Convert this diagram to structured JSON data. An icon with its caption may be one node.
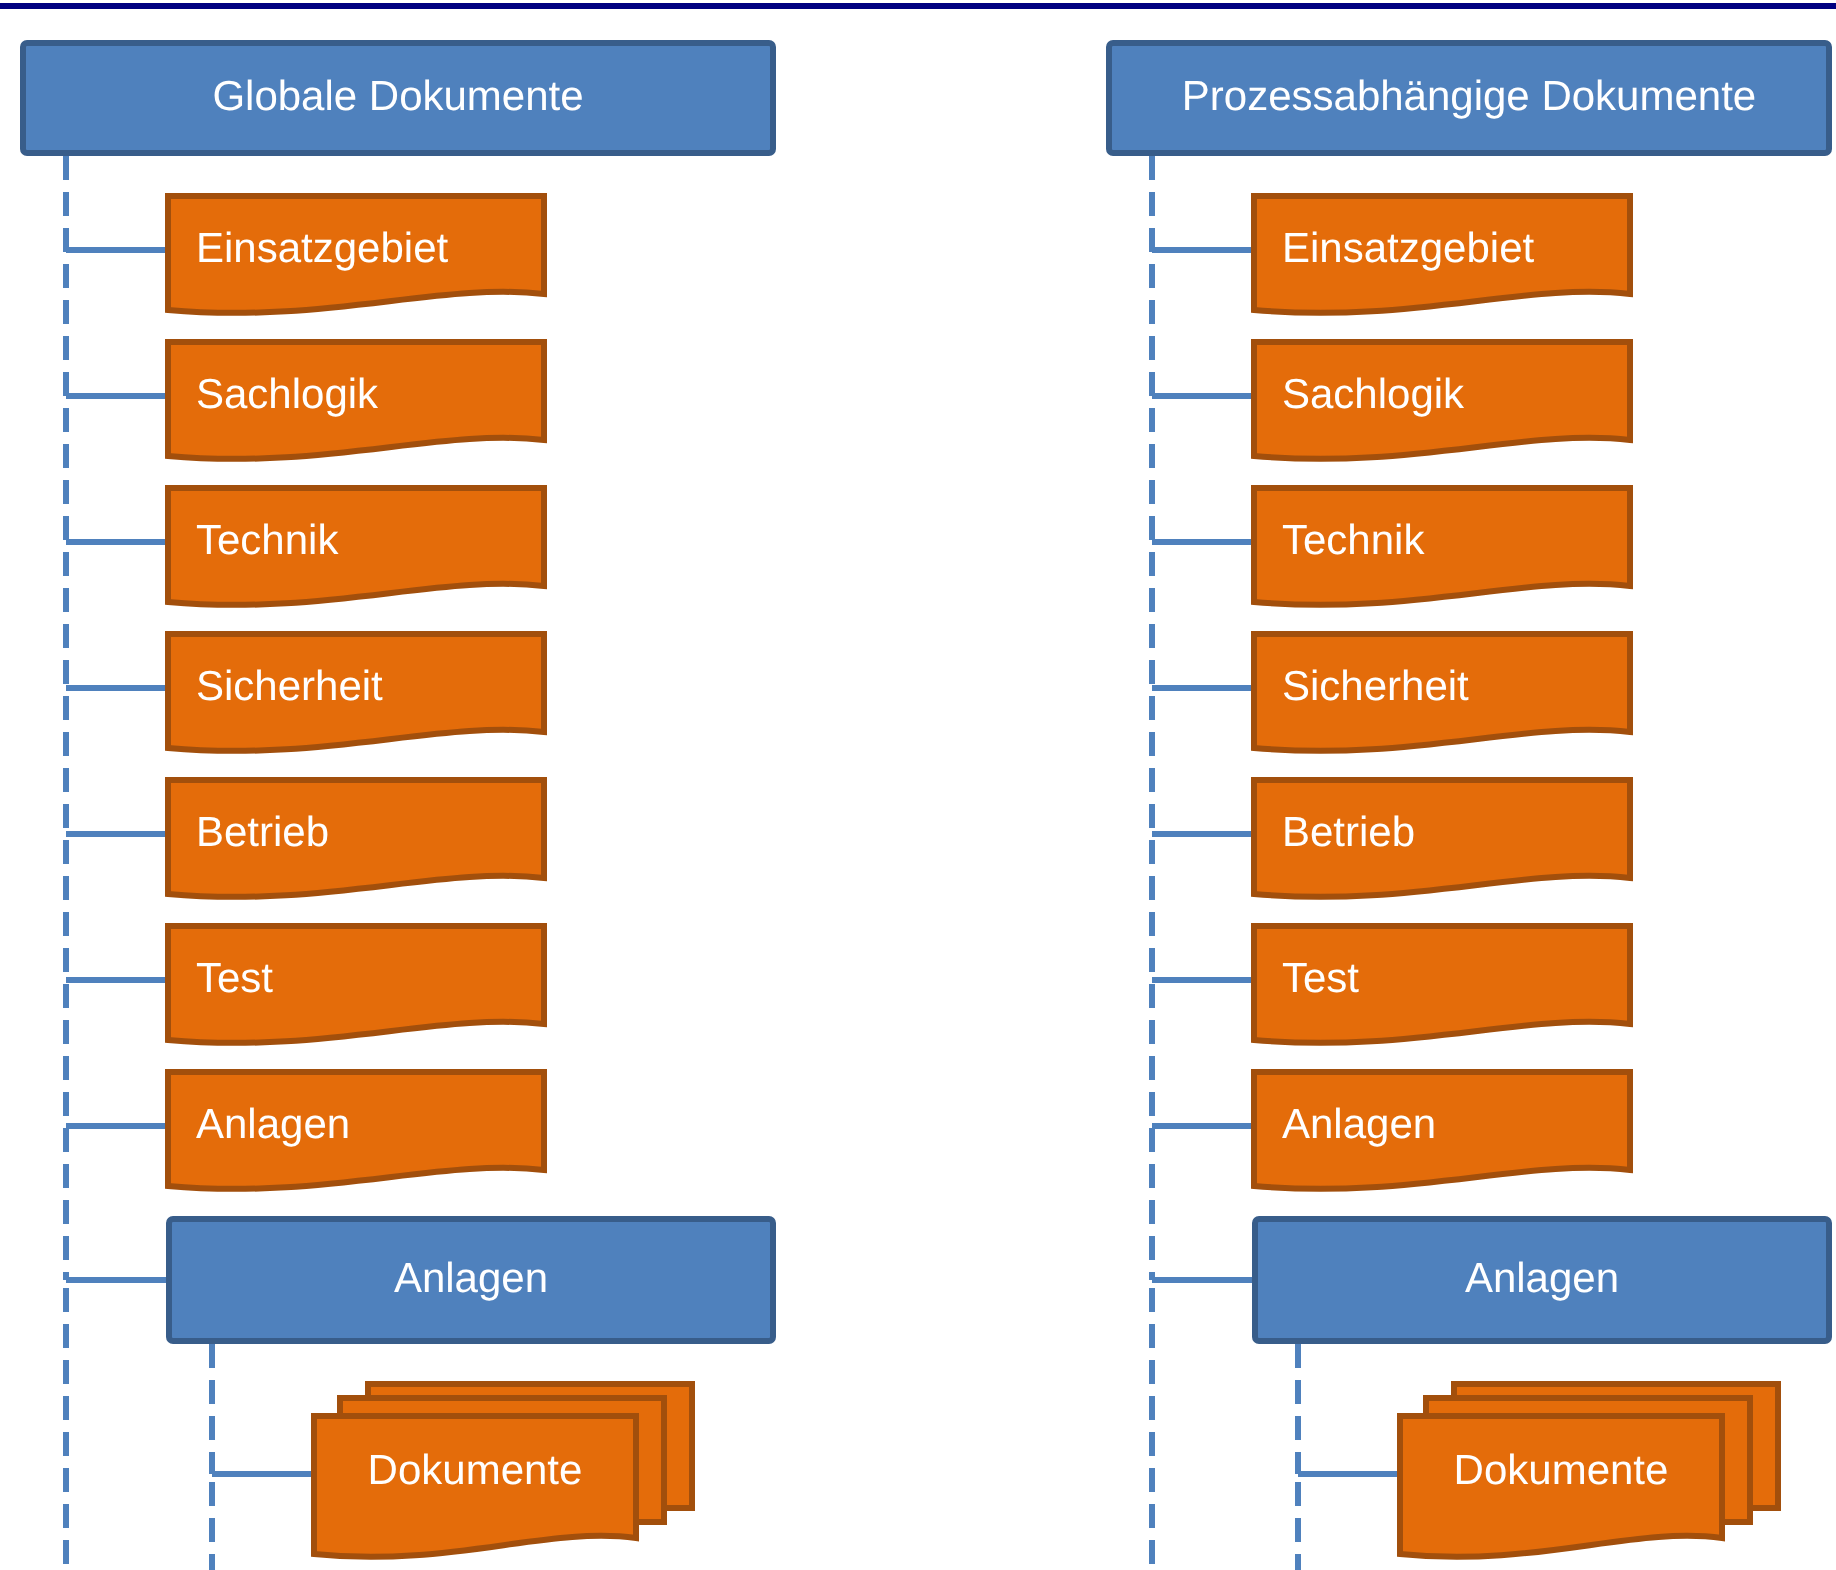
{
  "diagram": {
    "nodes": [
      {
        "text": [
          "Globale Dokumente"
        ]
      },
      {
        "text": [
          "Einsatzgebiet"
        ]
      },
      {
        "text": [
          "Sachlogik"
        ]
      },
      {
        "text": [
          "Technik"
        ]
      },
      {
        "text": [
          "Sicherheit"
        ]
      },
      {
        "text": [
          "Betrieb"
        ]
      },
      {
        "text": [
          "Test"
        ]
      },
      {
        "text": [
          "Anlagen"
        ]
      },
      {
        "text": [
          "Anlagen"
        ]
      },
      {
        "text": [
          "Dokumente"
        ]
      },
      {
        "text": [
          "Prozessabhängige Dokumente"
        ]
      },
      {
        "text": [
          "Einsatzgebiet"
        ]
      },
      {
        "text": [
          "Sachlogik"
        ]
      },
      {
        "text": [
          "Technik"
        ]
      },
      {
        "text": [
          "Sicherheit"
        ]
      },
      {
        "text": [
          "Betrieb"
        ]
      },
      {
        "text": [
          "Test"
        ]
      },
      {
        "text": [
          "Anlagen"
        ]
      },
      {
        "text": [
          "Anlagen"
        ]
      },
      {
        "text": [
          "Dokumente"
        ]
      }
    ],
    "edges": [
      {
        "from": 0,
        "to": 1,
        "arrow": "none"
      },
      {
        "from": 0,
        "to": 2,
        "arrow": "none"
      },
      {
        "from": 0,
        "to": 3,
        "arrow": "none"
      },
      {
        "from": 0,
        "to": 4,
        "arrow": "none"
      },
      {
        "from": 0,
        "to": 5,
        "arrow": "none"
      },
      {
        "from": 0,
        "to": 6,
        "arrow": "none"
      },
      {
        "from": 0,
        "to": 7,
        "arrow": "none"
      },
      {
        "from": 0,
        "to": 8,
        "arrow": "none"
      },
      {
        "from": 8,
        "to": 9,
        "arrow": "none"
      },
      {
        "from": 10,
        "to": 11,
        "arrow": "none"
      },
      {
        "from": 10,
        "to": 12,
        "arrow": "none"
      },
      {
        "from": 10,
        "to": 13,
        "arrow": "none"
      },
      {
        "from": 10,
        "to": 14,
        "arrow": "none"
      },
      {
        "from": 10,
        "to": 15,
        "arrow": "none"
      },
      {
        "from": 10,
        "to": 16,
        "arrow": "none"
      },
      {
        "from": 10,
        "to": 17,
        "arrow": "none"
      },
      {
        "from": 10,
        "to": 18,
        "arrow": "none"
      },
      {
        "from": 18,
        "to": 19,
        "arrow": "none"
      }
    ]
  }
}
